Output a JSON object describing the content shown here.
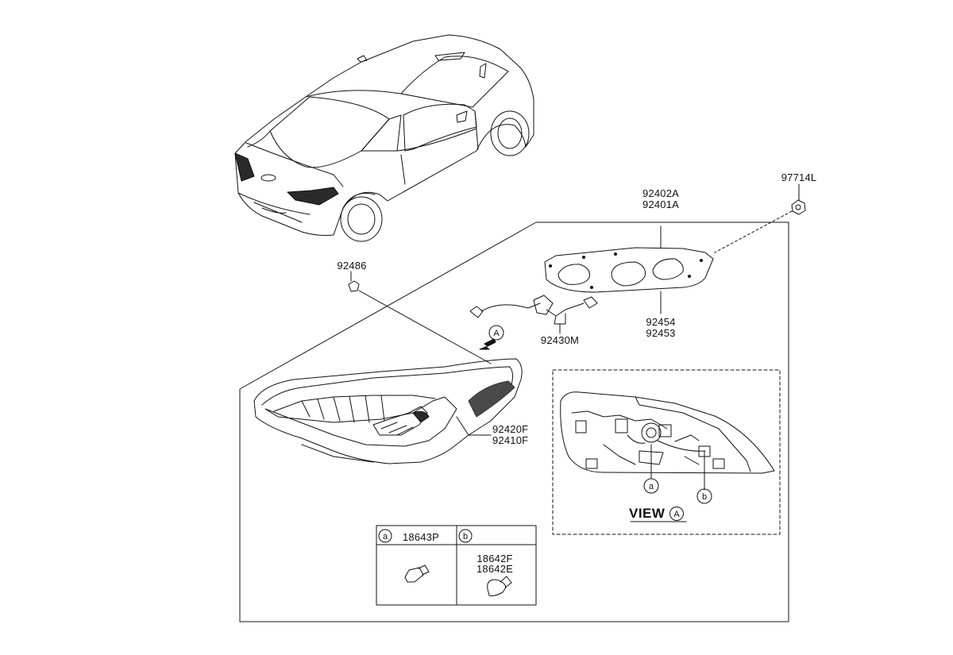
{
  "parts": {
    "nut": "97714L",
    "housing_gasket_top": "92402A",
    "housing_gasket_bottom": "92401A",
    "screw": "92486",
    "wiring": "92430M",
    "gasket_a": "92454",
    "gasket_b": "92453",
    "lamp_a": "92420F",
    "lamp_b": "92410F"
  },
  "view": {
    "title": "VIEW",
    "marker": "A"
  },
  "callouts": {
    "a": "a",
    "b": "b",
    "arrow_marker": "A"
  },
  "bulbs": {
    "a": {
      "marker": "a",
      "part": "18643P"
    },
    "b": {
      "marker": "b",
      "part_1": "18642F",
      "part_2": "18642E"
    }
  },
  "colors": {
    "line": "#111111",
    "fill_dark": "#2a2a2a",
    "background": "#ffffff"
  }
}
